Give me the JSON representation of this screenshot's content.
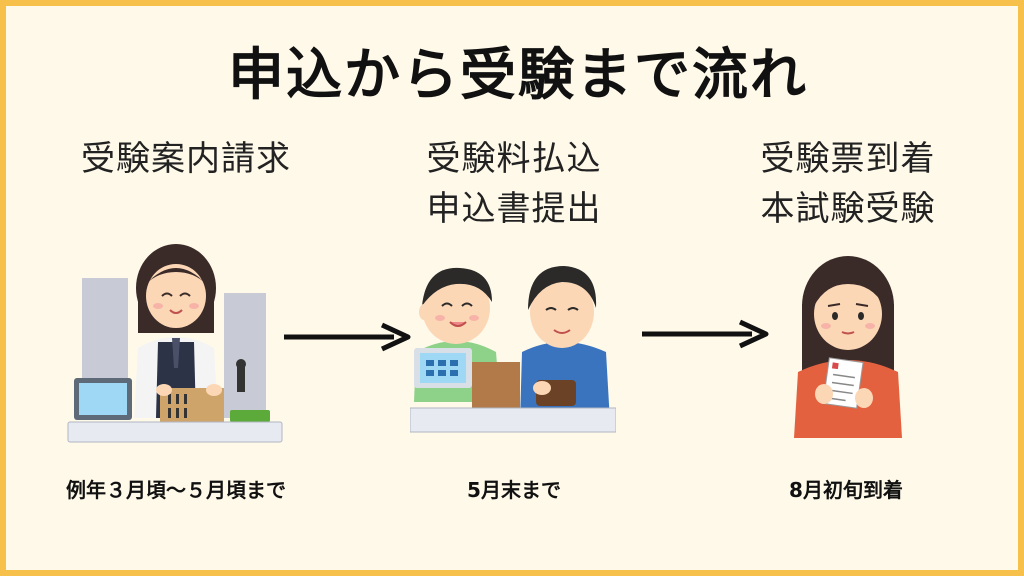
{
  "title": "申込から受験まで流れ",
  "steps": [
    {
      "lines": [
        "受験案内請求"
      ],
      "caption": "例年３月頃〜５月頃まで"
    },
    {
      "lines": [
        "受験料払込",
        "申込書提出"
      ],
      "caption": "5月末まで"
    },
    {
      "lines": [
        "受験票到着",
        "本試験受験"
      ],
      "caption": "8月初旬到着"
    }
  ],
  "colors": {
    "background": "#FEF9E9",
    "border": "#F7C04A",
    "arrow": "#111111"
  },
  "icons": [
    "clerk-at-counter-illustration",
    "customers-paying-illustration",
    "woman-holding-ticket-illustration",
    "arrow-right-icon"
  ]
}
